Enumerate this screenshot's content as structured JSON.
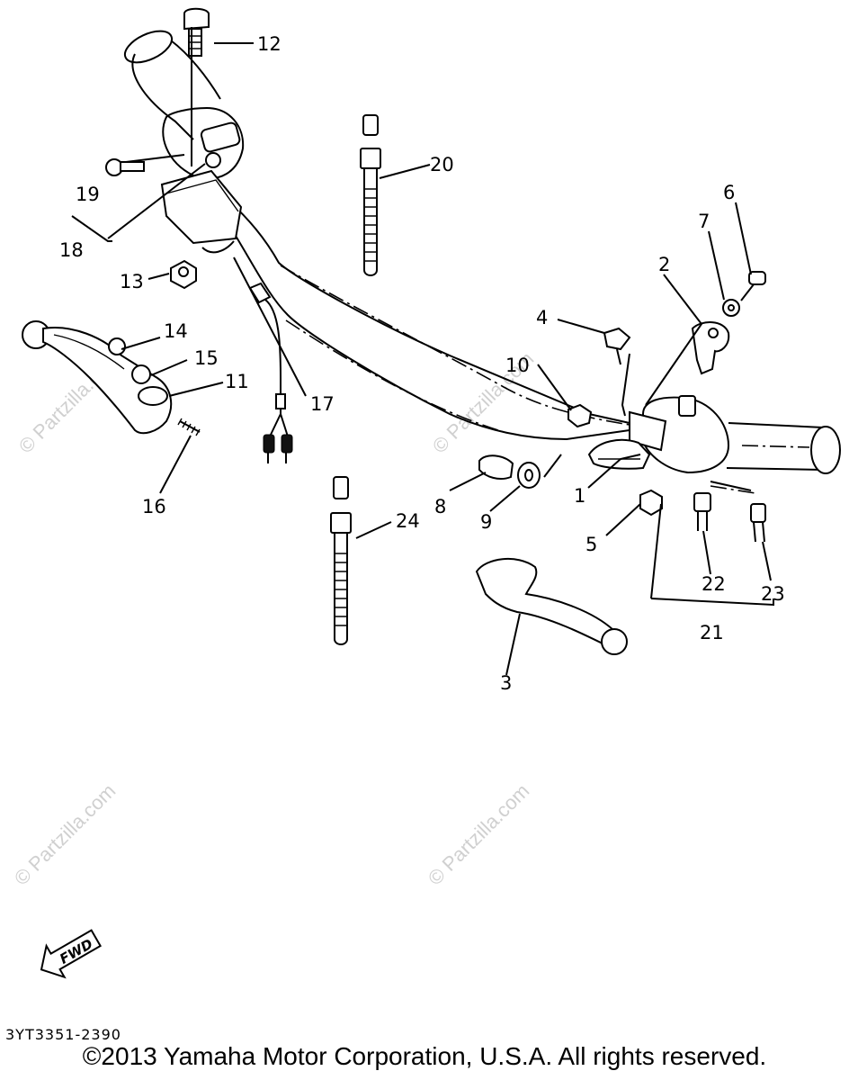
{
  "parts": [
    {
      "id": "1",
      "label": "1"
    },
    {
      "id": "2",
      "label": "2"
    },
    {
      "id": "3",
      "label": "3"
    },
    {
      "id": "4",
      "label": "4"
    },
    {
      "id": "5",
      "label": "5"
    },
    {
      "id": "6",
      "label": "6"
    },
    {
      "id": "7",
      "label": "7"
    },
    {
      "id": "8",
      "label": "8"
    },
    {
      "id": "9",
      "label": "9"
    },
    {
      "id": "10",
      "label": "10"
    },
    {
      "id": "11",
      "label": "11"
    },
    {
      "id": "12",
      "label": "12"
    },
    {
      "id": "13",
      "label": "13"
    },
    {
      "id": "14",
      "label": "14"
    },
    {
      "id": "15",
      "label": "15"
    },
    {
      "id": "16",
      "label": "16"
    },
    {
      "id": "17",
      "label": "17"
    },
    {
      "id": "18",
      "label": "18"
    },
    {
      "id": "19",
      "label": "19"
    },
    {
      "id": "20",
      "label": "20"
    },
    {
      "id": "21",
      "label": "21"
    },
    {
      "id": "22",
      "label": "22"
    },
    {
      "id": "23",
      "label": "23"
    },
    {
      "id": "24",
      "label": "24"
    }
  ],
  "watermark": "© Partzilla.com",
  "fwd_label": "FWD",
  "diagram_code": "3YT3351-2390",
  "copyright": "©2013  Yamaha Motor Corporation, U.S.A. All rights reserved."
}
